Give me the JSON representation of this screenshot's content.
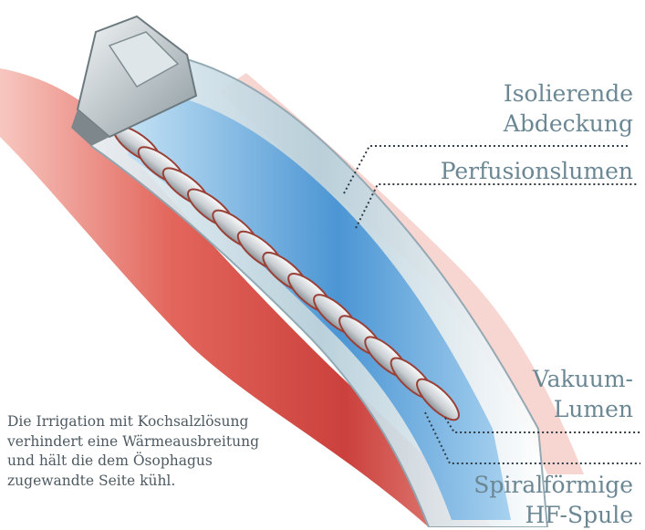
{
  "labels": {
    "insulating_cover": [
      "Isolierende",
      "Abdeckung"
    ],
    "perfusion_lumen": "Perfusionslumen",
    "vacuum_lumen": [
      "Vakuum-",
      "Lumen"
    ],
    "spiral_coil": [
      "Spiralförmige",
      "HF-Spule"
    ]
  },
  "caption": "Die Irrigation mit Kochsalzlösung verhindert eine Wärmeausbreitung und hält die dem Ösophagus zugewandte Seite kühl.",
  "colors": {
    "tissue": "#d8453f",
    "tissue_light": "#f1a19a",
    "water": "#4a9ad8",
    "tube": "#c9dde6",
    "coil": "#dfe3e6",
    "label_text": "#6b8793",
    "leader": "#2e3b44"
  }
}
